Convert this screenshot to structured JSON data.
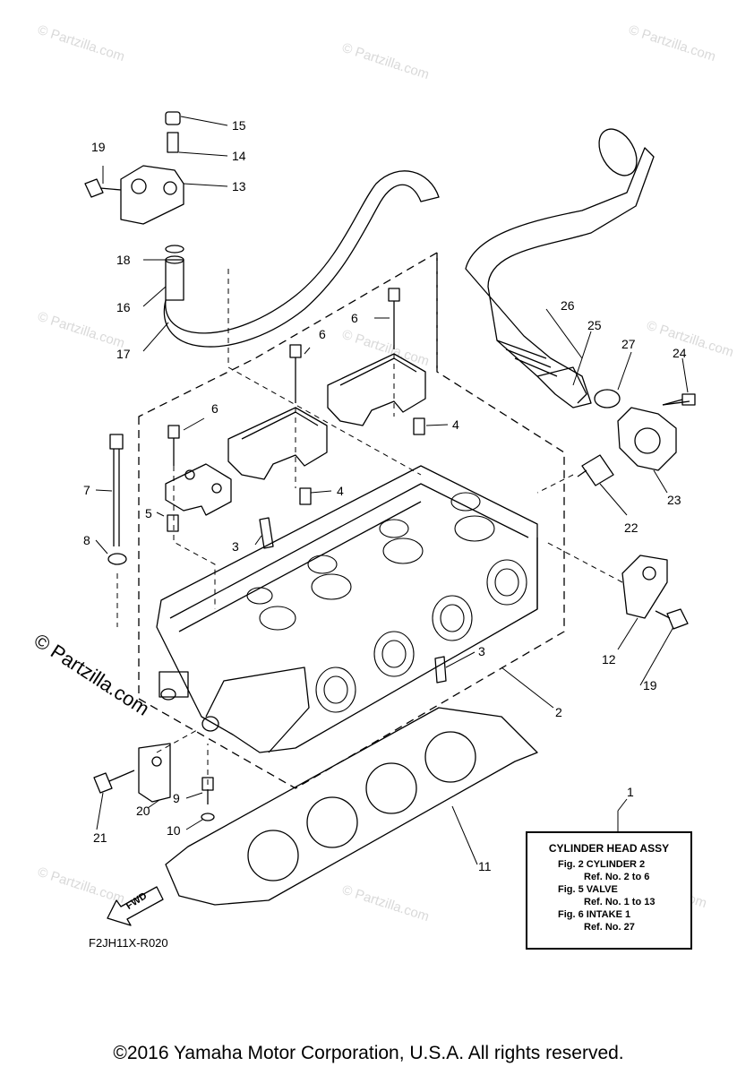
{
  "watermark": "© Partzilla.com",
  "box": {
    "title": "CYLINDER HEAD ASSY",
    "lines": [
      "Fig.  2 CYLINDER 2",
      "Ref. No. 2 to 6",
      "Fig.  5 VALVE",
      "Ref. No. 1 to 13",
      "Fig.  6 INTAKE 1",
      "Ref. No. 27"
    ]
  },
  "figure_code": "F2JH11X-R020",
  "fwd_label": "FWD",
  "copyright": "©2016  Yamaha Motor Corporation, U.S.A. All rights reserved.",
  "callouts": [
    "1",
    "2",
    "3",
    "3",
    "4",
    "4",
    "5",
    "6",
    "6",
    "6",
    "7",
    "8",
    "9",
    "10",
    "11",
    "12",
    "13",
    "14",
    "15",
    "16",
    "17",
    "18",
    "19",
    "19",
    "20",
    "21",
    "22",
    "23",
    "24",
    "25",
    "26",
    "27"
  ]
}
